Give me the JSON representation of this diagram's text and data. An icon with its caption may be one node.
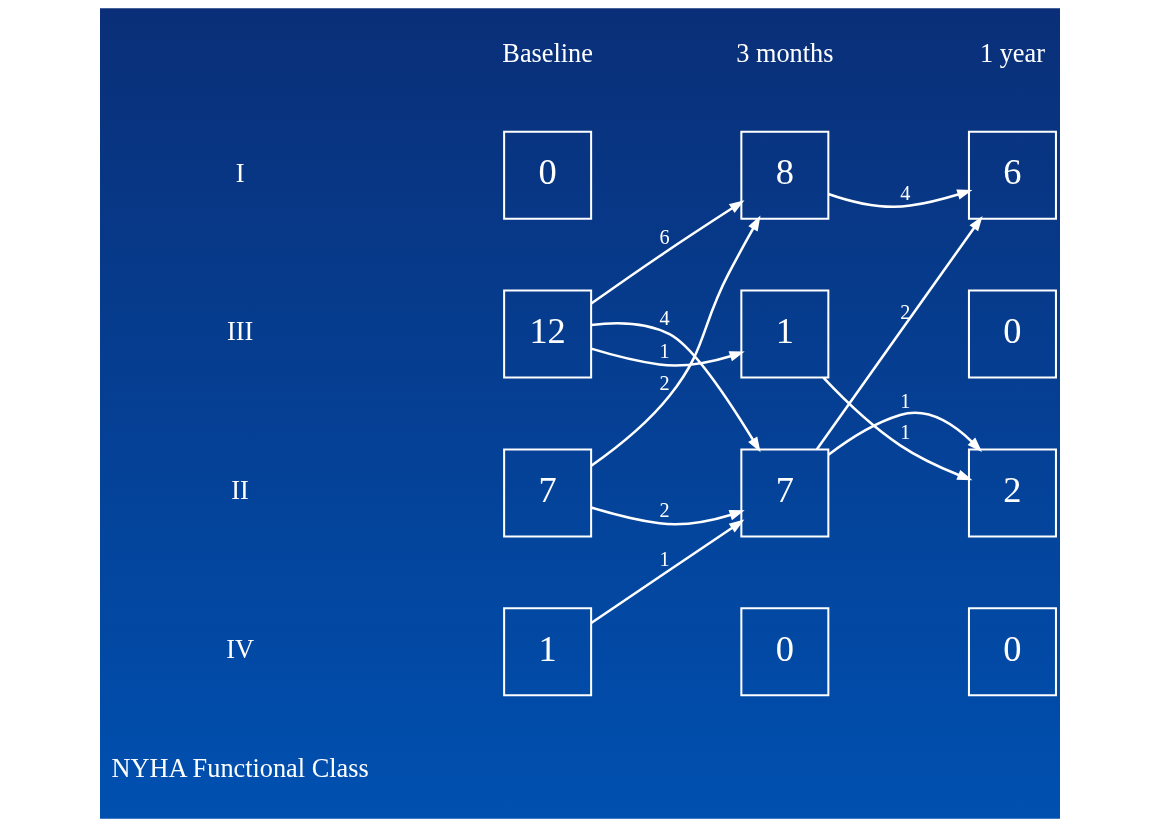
{
  "diagram": {
    "nodes": [
      {
        "text": [
          "0"
        ]
      },
      {
        "text": [
          "7"
        ]
      },
      {
        "text": [
          "12"
        ]
      },
      {
        "text": [
          "1"
        ]
      },
      {
        "text": [
          "8"
        ]
      },
      {
        "text": [
          "7"
        ]
      },
      {
        "text": [
          "1"
        ]
      },
      {
        "text": [
          "0"
        ]
      },
      {
        "text": [
          "6"
        ]
      },
      {
        "text": [
          "2"
        ]
      },
      {
        "text": [
          "0"
        ]
      },
      {
        "text": [
          "0"
        ]
      }
    ],
    "edges": [
      {
        "from": 1,
        "to": 4,
        "arrow": "to",
        "label": "2"
      },
      {
        "from": 1,
        "to": 5,
        "arrow": "to",
        "label": "2"
      },
      {
        "from": 2,
        "to": 4,
        "arrow": "to",
        "label": "6"
      },
      {
        "from": 2,
        "to": 5,
        "arrow": "to",
        "label": "4"
      },
      {
        "from": 2,
        "to": 6,
        "arrow": "to",
        "label": "1"
      },
      {
        "from": 3,
        "to": 5,
        "arrow": "to",
        "label": "1"
      },
      {
        "from": 4,
        "to": 8,
        "arrow": "to",
        "label": "4"
      },
      {
        "from": 5,
        "to": 8,
        "arrow": "to",
        "label": "2"
      },
      {
        "from": 5,
        "to": 9,
        "arrow": "to",
        "label": "1"
      },
      {
        "from": 6,
        "to": 9,
        "arrow": "to",
        "label": "1"
      }
    ],
    "labels": [
      "NYHA Functional Class",
      "I",
      "II",
      "III",
      "IV",
      "Baseline",
      "3 months",
      "1 year"
    ]
  }
}
